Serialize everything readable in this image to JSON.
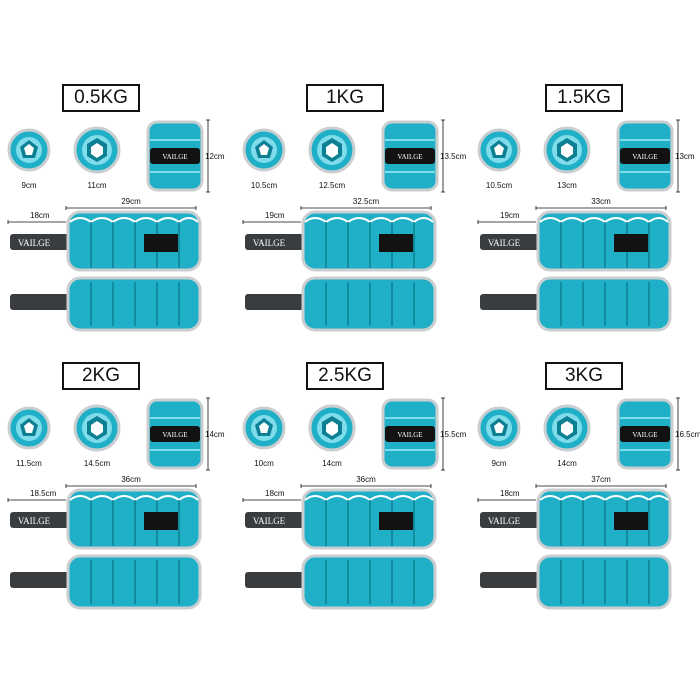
{
  "brand": "VAILGE",
  "colors": {
    "teal": "#1fb0c8",
    "teal_dark": "#0d7f93",
    "teal_light": "#7fdcea",
    "piping": "#c9ced1",
    "strap": "#3a3d40",
    "velcro": "#121212"
  },
  "variants": [
    {
      "weight": "0.5KG",
      "ring1": "9cm",
      "ring2": "11cm",
      "height": "12cm",
      "strap": "18cm",
      "length": "29cm"
    },
    {
      "weight": "1KG",
      "ring1": "10.5cm",
      "ring2": "12.5cm",
      "height": "13.5cm",
      "strap": "19cm",
      "length": "32.5cm"
    },
    {
      "weight": "1.5KG",
      "ring1": "10.5cm",
      "ring2": "13cm",
      "height": "13cm",
      "strap": "19cm",
      "length": "33cm"
    },
    {
      "weight": "2KG",
      "ring1": "11.5cm",
      "ring2": "14.5cm",
      "height": "14cm",
      "strap": "18.5cm",
      "length": "36cm"
    },
    {
      "weight": "2.5KG",
      "ring1": "10cm",
      "ring2": "14cm",
      "height": "15.5cm",
      "strap": "18cm",
      "length": "36cm"
    },
    {
      "weight": "3KG",
      "ring1": "9cm",
      "ring2": "14cm",
      "height": "16.5cm",
      "strap": "18cm",
      "length": "37cm"
    }
  ]
}
